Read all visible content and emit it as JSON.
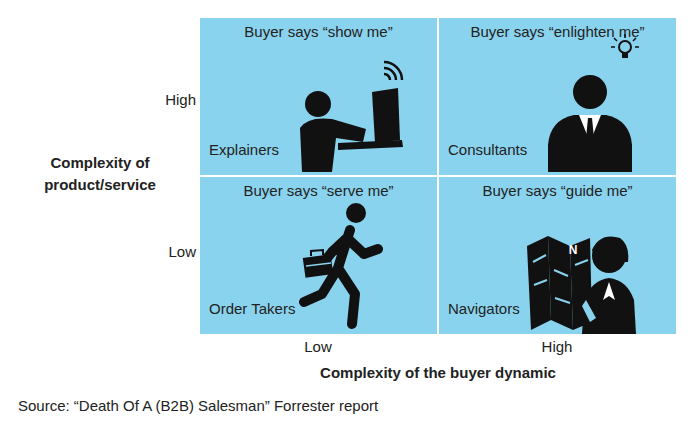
{
  "diagram": {
    "caption": "Source: “Death Of A (B2B) Salesman” Forrester report",
    "nodes": [
      {
        "text": [
          "Buyer says “show me”",
          "Explainers"
        ]
      },
      {
        "text": [
          "Buyer says “enlighten me”",
          "Consultants"
        ]
      },
      {
        "text": [
          "Buyer says “serve me”",
          "Order Takers"
        ]
      },
      {
        "text": [
          "Buyer says “guide me”",
          "Navigators"
        ]
      }
    ],
    "labels": [
      "High",
      "Complexity of product/service",
      "Low",
      "Low",
      "High",
      "Complexity of the buyer dynamic",
      "N"
    ]
  }
}
